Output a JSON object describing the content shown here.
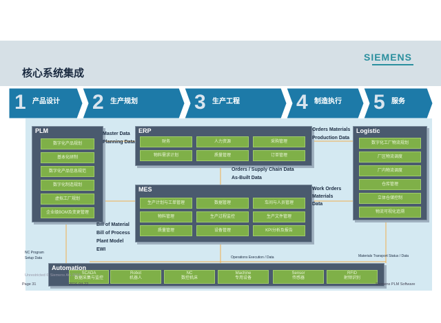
{
  "brand": "SIEMENS",
  "title": "核心系统集成",
  "phases": [
    {
      "num": "1",
      "label": "产品设计"
    },
    {
      "num": "2",
      "label": "生产规划"
    },
    {
      "num": "3",
      "label": "生产工程"
    },
    {
      "num": "4",
      "label": "制造执行"
    },
    {
      "num": "5",
      "label": "服务"
    }
  ],
  "plm": {
    "title": "PLM",
    "items": [
      "数字化产品规划",
      "基本化研制",
      "数字化产品信息规范",
      "数字化制造规划",
      "虚拟工厂规划",
      "企业级BOM及变更管理"
    ]
  },
  "erp": {
    "title": "ERP",
    "items": [
      "财务",
      "人力资源",
      "采购管理",
      "物料需求计划",
      "质量管理",
      "订单管理"
    ]
  },
  "mes": {
    "title": "MES",
    "items": [
      "生产计划与工单管理",
      "数据管理",
      "车间与人员管理",
      "物料管理",
      "生产过程监控",
      "生产文件管理",
      "质量管理",
      "设备管理",
      "KPI分析及报告"
    ]
  },
  "logistic": {
    "title": "Logistic",
    "items": [
      "数字化工厂物流规划",
      "厂区物流调度",
      "厂内物流调度",
      "仓库管理",
      "立体仓储控制",
      "物流可视化追溯"
    ]
  },
  "automation": {
    "title": "Automation",
    "items": [
      {
        "name": "SCADA",
        "sub": "数据采集与监控"
      },
      {
        "name": "Robot",
        "sub": "机器人"
      },
      {
        "name": "NC",
        "sub": "数控机床"
      },
      {
        "name": "Machine",
        "sub": "专用设备"
      },
      {
        "name": "Sensor",
        "sub": "传感器"
      },
      {
        "name": "RFID",
        "sub": "射频识别"
      }
    ]
  },
  "flows": {
    "master_data": "Master Data",
    "planning_data": "Planning Data",
    "orders_materials": "Orders Materials",
    "production_data": "Production Data",
    "orders_supply": "Orders / Supply Chain Data",
    "as_built": "As-Built Data",
    "work_orders": "Work Orders",
    "materials": "Materials",
    "data": "Data",
    "bill_of_material": "Bill of Material",
    "bill_of_process": "Bill of Process",
    "plant_model": "Plant Model",
    "ewi": "EWI",
    "nc_program": "NC Program",
    "setup_data": "Setup Data",
    "ops_exec": "Operations Execution / Data",
    "mat_transport": "Materials Transport Status / Data"
  },
  "footer": {
    "page": "Page 31",
    "date": "2016-04-22",
    "unrestricted": "Unrestricted © Siemens AG 2016",
    "company": "Siemens PLM Software"
  },
  "colors": {
    "phase_arrow": "#1d7aa8",
    "module_green": "#7fb048",
    "module_dark": "#4a5a6e",
    "panel": "#d4e9f2"
  }
}
